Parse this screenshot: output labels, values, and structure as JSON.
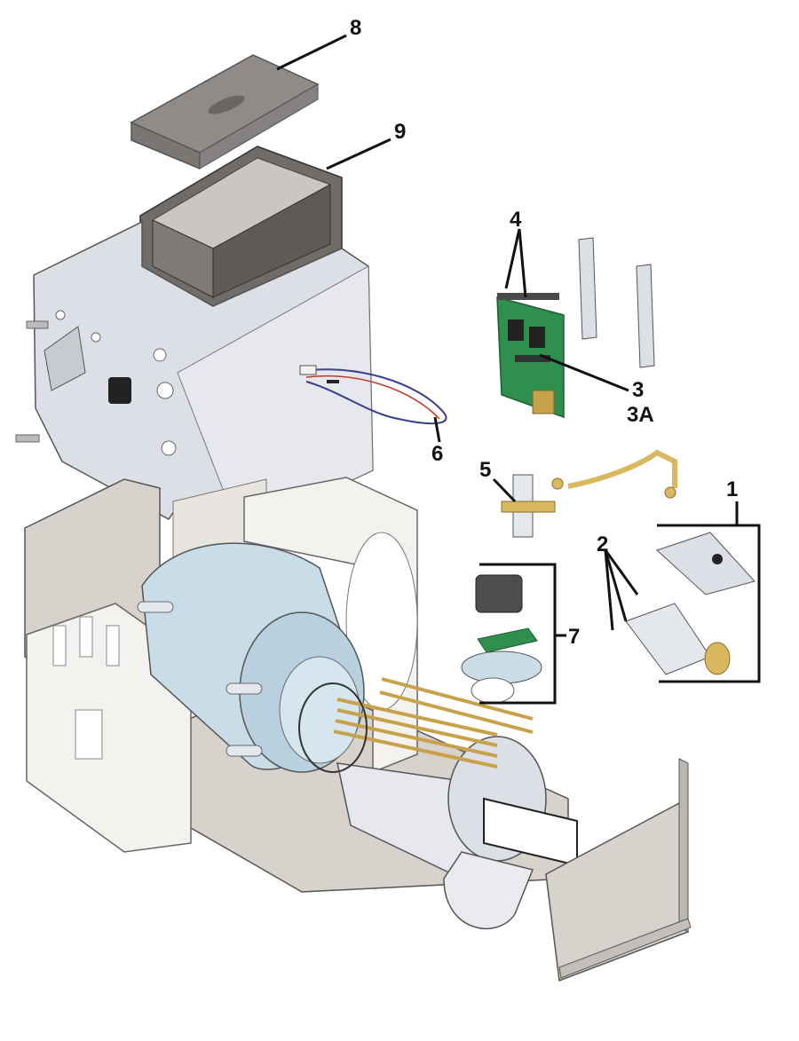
{
  "diagram": {
    "callouts": [
      {
        "id": "8",
        "label": "8"
      },
      {
        "id": "9",
        "label": "9"
      },
      {
        "id": "4",
        "label": "4"
      },
      {
        "id": "3",
        "label": "3"
      },
      {
        "id": "3A",
        "label": "3A"
      },
      {
        "id": "6",
        "label": "6"
      },
      {
        "id": "5",
        "label": "5"
      },
      {
        "id": "1",
        "label": "1"
      },
      {
        "id": "2",
        "label": "2"
      },
      {
        "id": "7",
        "label": "7"
      }
    ]
  },
  "colors": {
    "background": "#ffffff",
    "sheet_metal": "#dcdfe6",
    "panel_gray": "#d8d2cc",
    "insulation_white": "#f4f2ee",
    "cover_dark": "#8f8b88",
    "frame_dark": "#6f6c6a",
    "pcb_green": "#2f8f4e",
    "brass": "#d9b860",
    "cylinder_blue": "#c9dde8",
    "line": "#111111"
  }
}
